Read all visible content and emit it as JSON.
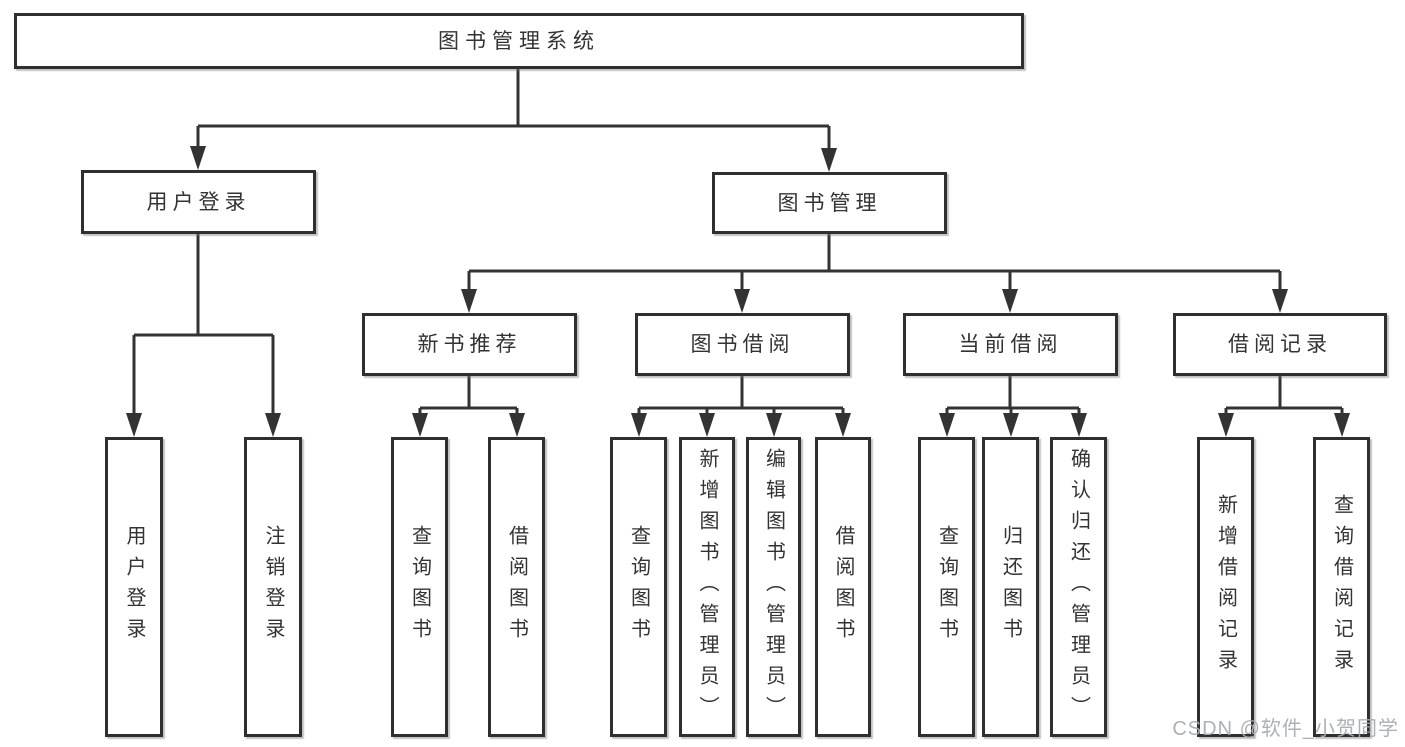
{
  "diagram": {
    "root": {
      "label": "图书管理系统"
    },
    "branches": [
      {
        "label": "用户登录",
        "children": [
          {
            "label": "用户登录"
          },
          {
            "label": "注销登录"
          }
        ]
      },
      {
        "label": "图书管理",
        "children": [
          {
            "label": "新书推荐",
            "children": [
              {
                "label": "查询图书"
              },
              {
                "label": "借阅图书"
              }
            ]
          },
          {
            "label": "图书借阅",
            "children": [
              {
                "label": "查询图书"
              },
              {
                "label": "新增图书（管理员）"
              },
              {
                "label": "编辑图书（管理员）"
              },
              {
                "label": "借阅图书"
              }
            ]
          },
          {
            "label": "当前借阅",
            "children": [
              {
                "label": "查询图书"
              },
              {
                "label": "归还图书"
              },
              {
                "label": "确认归还（管理员）"
              }
            ]
          },
          {
            "label": "借阅记录",
            "children": [
              {
                "label": "新增借阅记录"
              },
              {
                "label": "查询借阅记录"
              }
            ]
          }
        ]
      }
    ]
  },
  "watermark": {
    "text": "CSDN @软件_小贺同学"
  },
  "colors": {
    "line": "#333333",
    "box_border": "#2f2f2f",
    "text": "#333333",
    "watermark": "#a8adb2",
    "background": "#ffffff"
  }
}
